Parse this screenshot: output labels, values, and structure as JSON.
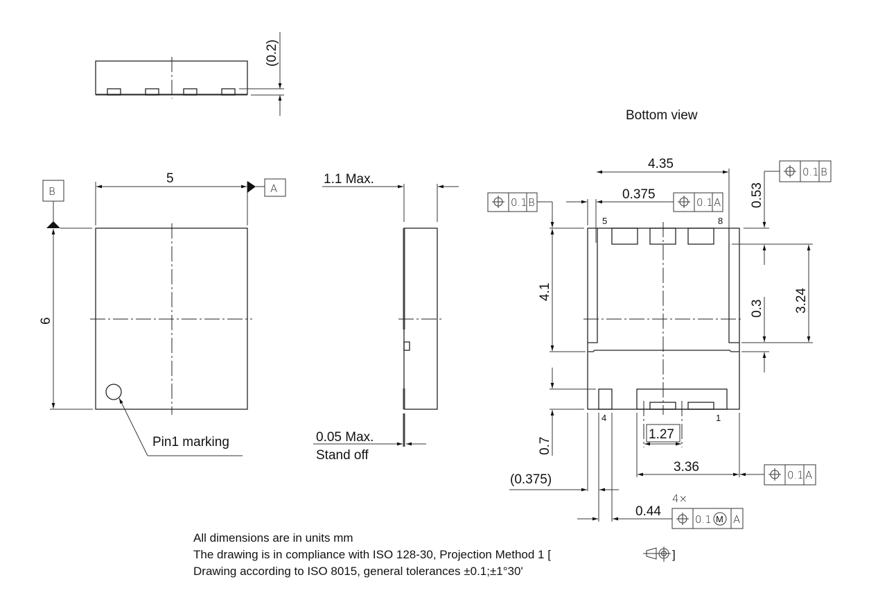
{
  "drawing": {
    "views": {
      "top_side_view": {
        "standoff_dim": "(0.2)"
      },
      "top_view": {
        "width_dim": "5",
        "height_dim": "6",
        "datum_a": "A",
        "datum_b": "B",
        "pin1_label": "Pin1 marking"
      },
      "side_view": {
        "thickness_dim": "1.1 Max.",
        "standoff_dim": "0.05 Max.",
        "standoff_label": "Stand off"
      },
      "bottom_view": {
        "title": "Bottom view",
        "pin_labels": {
          "p5": "5",
          "p8": "8",
          "p4": "4",
          "p1": "1"
        },
        "dims": {
          "pad_width": "4.35",
          "pad_offset": "0.375",
          "pad_height": "4.1",
          "top_offset": "0.53",
          "inner_height": "3.24",
          "gap": "0.3",
          "lead_length": "0.7",
          "pitch": "1.27",
          "lead_span": "3.36",
          "ref_offset": "(0.375)",
          "lead_width": "0.44",
          "count": "4×"
        },
        "fcf": [
          {
            "symbol": "⌖",
            "tol": "0.1",
            "datum": "B",
            "position": "left-top"
          },
          {
            "symbol": "⌖",
            "tol": "0.1",
            "datum": "A",
            "position": "center-top"
          },
          {
            "symbol": "⌖",
            "tol": "0.1",
            "datum": "B",
            "position": "right-top"
          },
          {
            "symbol": "⌖",
            "tol": "0.1",
            "datum": "A",
            "position": "right-bottom"
          },
          {
            "symbol": "⌖",
            "tol": "0.1",
            "modifier": "M",
            "datum": "A",
            "position": "bottom"
          }
        ]
      }
    },
    "notes": [
      "All dimensions are in units mm",
      "The drawing is in compliance with ISO 128-30, Projection Method 1 [",
      "Drawing according to ISO 8015, general tolerances ±0.1;±1°30'"
    ],
    "notes_suffix": "]"
  }
}
